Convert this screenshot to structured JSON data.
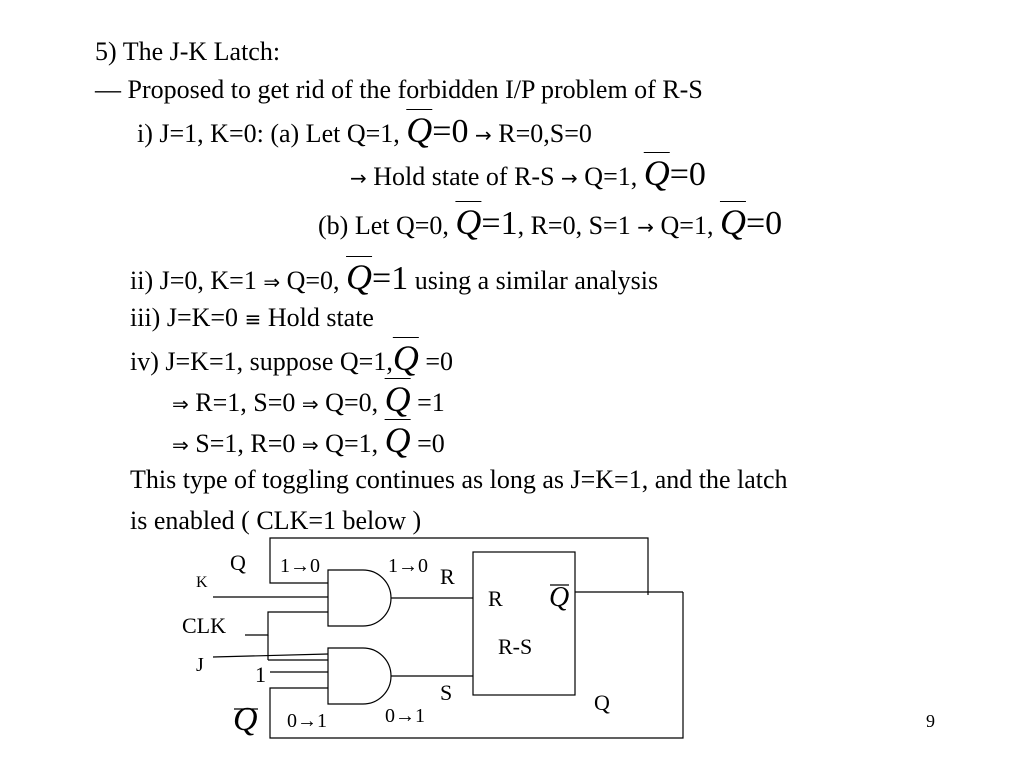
{
  "slide": {
    "page_number": "9",
    "title": "5) The J-K Latch:",
    "purpose": "— Proposed to get rid of the forbidden I/P problem of R-S",
    "case1": {
      "a": {
        "p1": "i) J=1, K=0: (a) Let Q=1,",
        "q": "Q",
        "v": "=0",
        "arrow": "→",
        "rest": " R=0,S=0"
      },
      "hold": {
        "arrow1": "→",
        "p1": " Hold state of R-S ",
        "arrow2": "→",
        "p2": " Q=1,",
        "q": "Q",
        "v": "=0"
      },
      "b": {
        "p1": "(b) Let Q=0, ",
        "q": "Q",
        "v": "=1",
        "p2": ", R=0, S=1 ",
        "arrow": "→",
        "p3": " Q=1,",
        "q2": "Q",
        "v2": "=0"
      }
    },
    "case2": {
      "p1": "ii) J=0, K=1 ",
      "implies": "⇒",
      "p2": " Q=0, ",
      "q": "Q",
      "v": "=1",
      "p3": " using a similar analysis"
    },
    "case3": {
      "p1": "iii) J=K=0 ",
      "equiv": "≡",
      "p2": " Hold state"
    },
    "case4": {
      "intro": {
        "p1": "iv) J=K=1, suppose Q=1,",
        "q": "Q",
        "v": " =0"
      },
      "step1": {
        "i1": "⇒",
        "p1": " R=1, S=0 ",
        "i2": "⇒",
        "p2": " Q=0, ",
        "q": "Q",
        "v": " =1"
      },
      "step2": {
        "i1": "⇒",
        "p1": " S=1, R=0 ",
        "i2": "⇒",
        "p2": " Q=1, ",
        "q": "Q",
        "v": " =0"
      }
    },
    "conclusion1": "This type of toggling continues as long as J=K=1, and the latch",
    "conclusion2": "is enabled ( CLK=1 below )"
  },
  "circuit": {
    "label_q_top": "Q",
    "label_k": "K",
    "label_clk": "CLK",
    "label_j": "J",
    "label_one": "1",
    "label_qbar_bottom": "Q",
    "top_trans_1": "1→0",
    "top_trans_2": "1→0",
    "bottom_trans_1": "0→1",
    "bottom_trans_2": "0→1",
    "label_r_outside": "R",
    "label_s_outside": "S",
    "block_r": "R",
    "block_qbar": "Q",
    "block_name": "R-S",
    "label_q_out": "Q"
  }
}
